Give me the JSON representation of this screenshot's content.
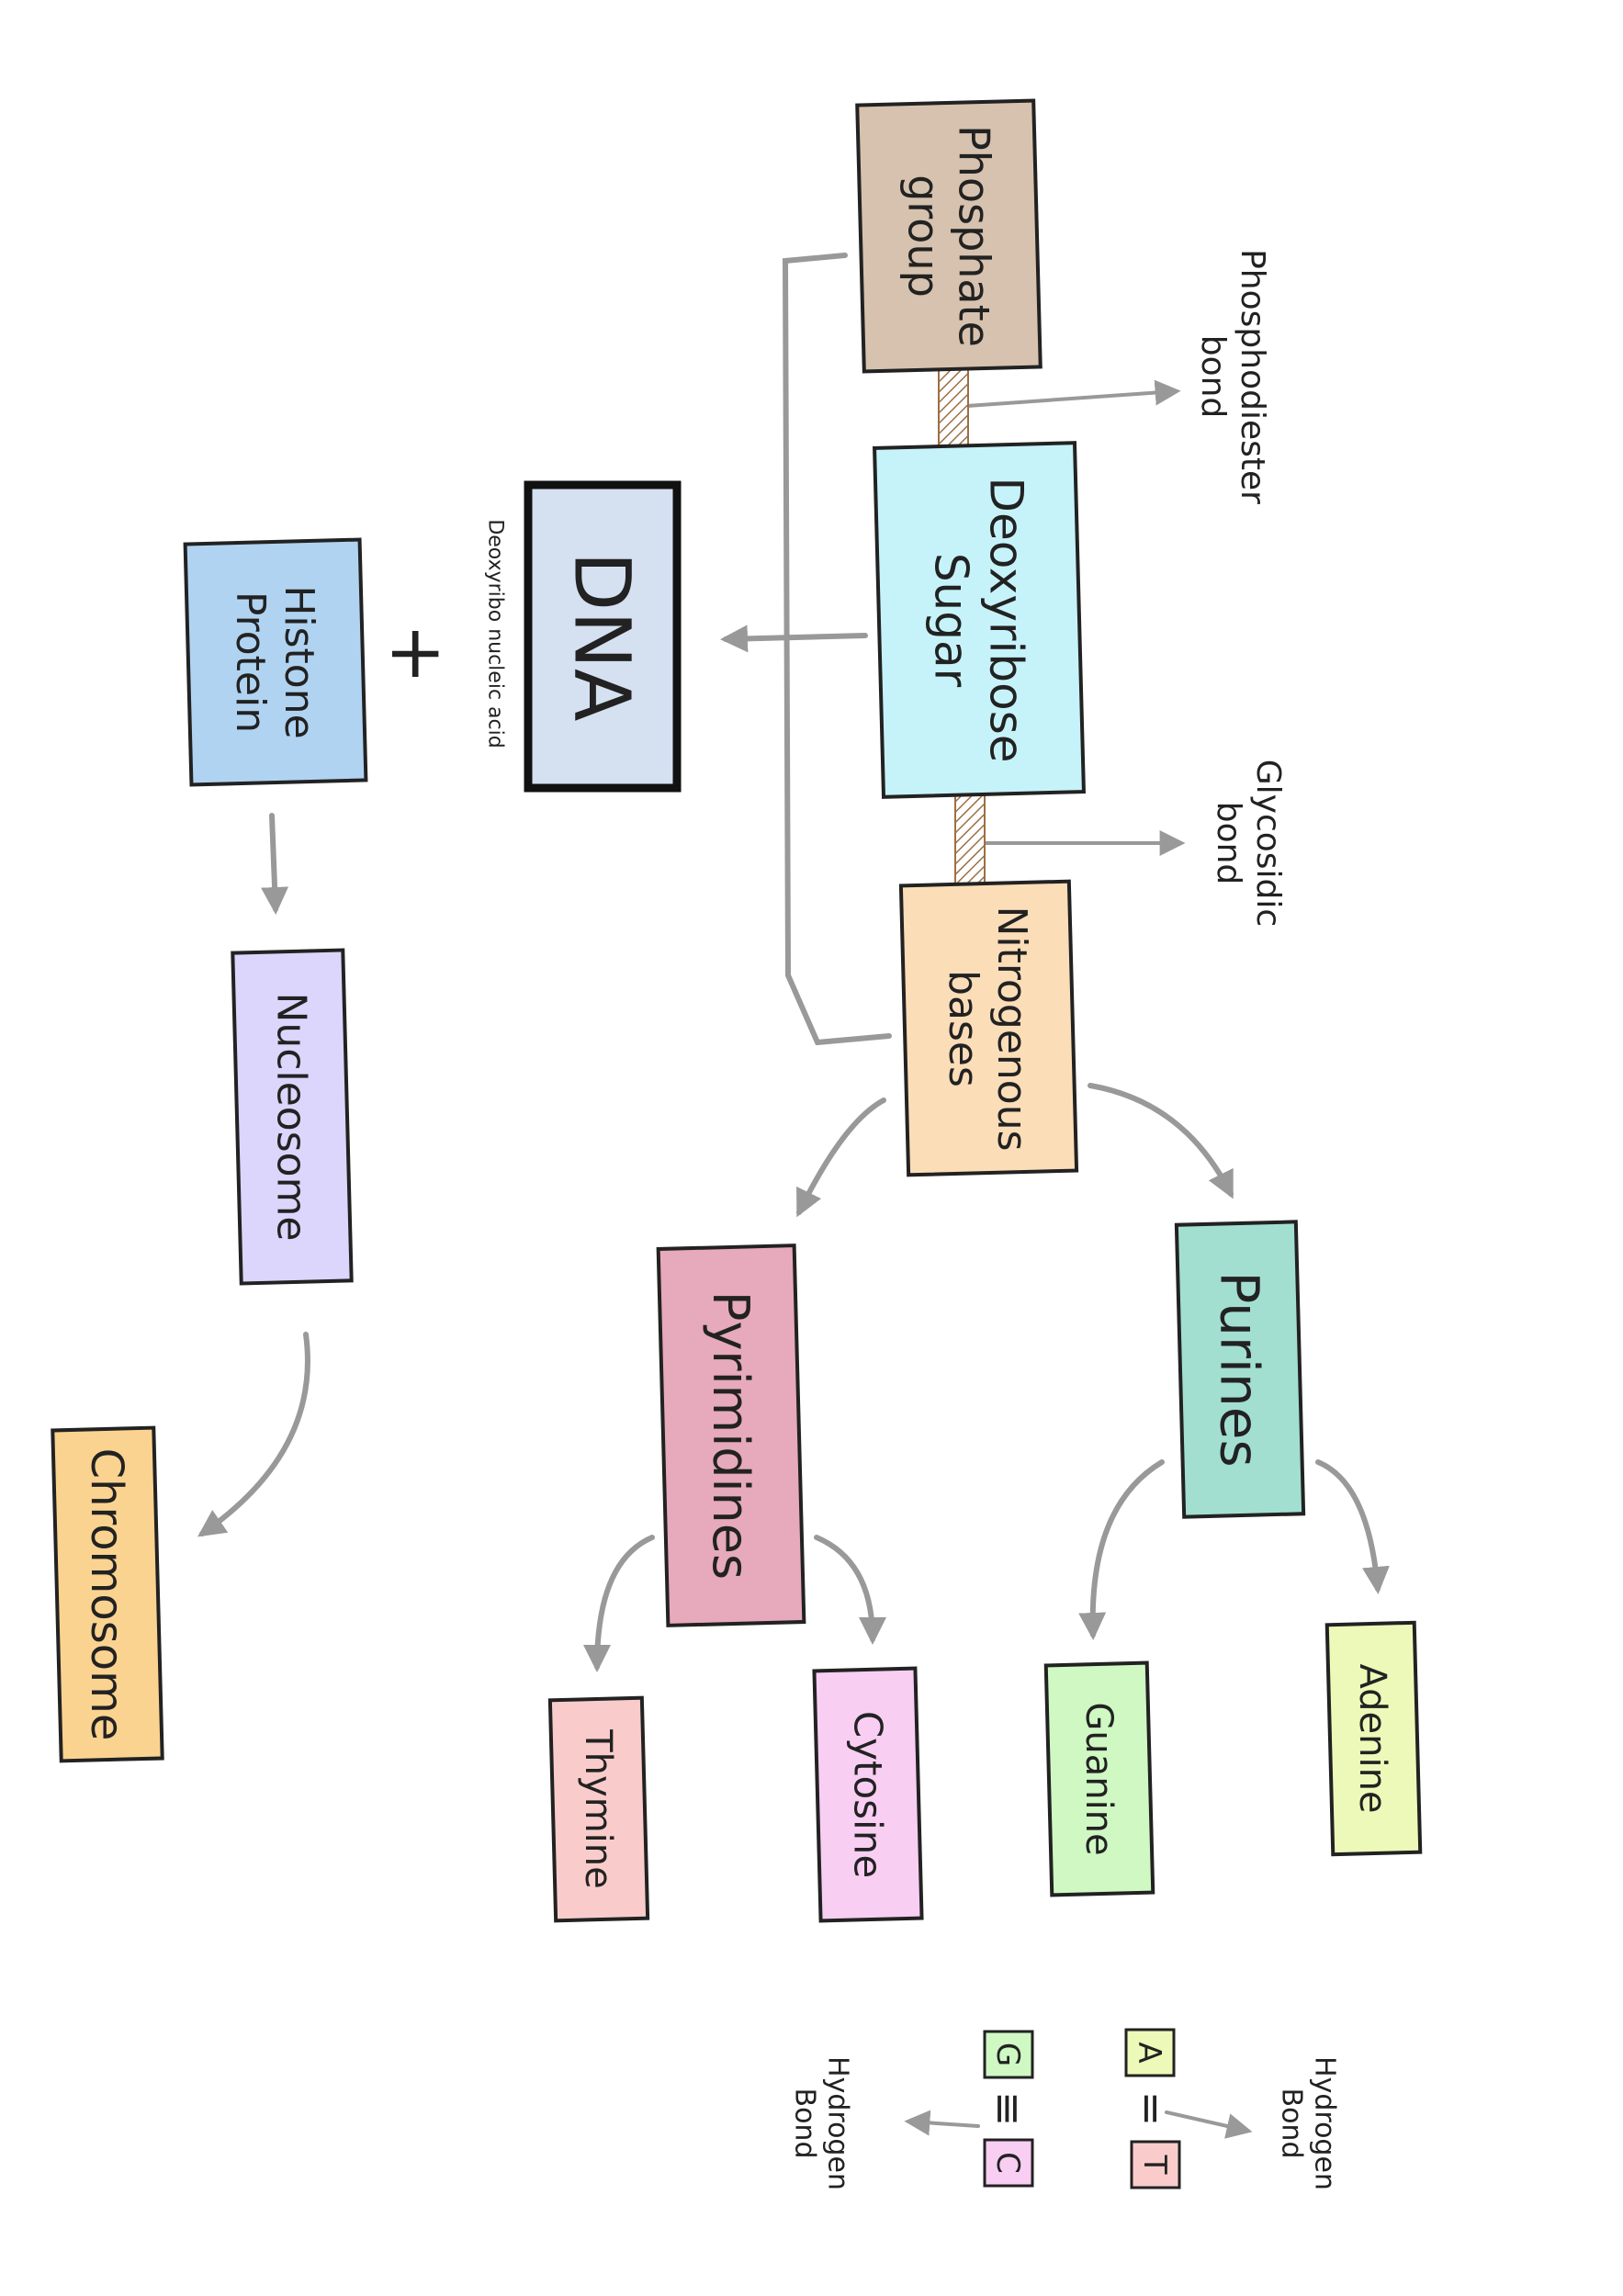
{
  "colors": {
    "phosphate": "#D6C2AE",
    "deoxyribose": "#C6F3FA",
    "nitrogenous": "#FBDDB8",
    "dna": "#D5E1F1",
    "histone": "#B0D3F1",
    "nucleosome": "#DCD5FC",
    "chromosome": "#FBD390",
    "pyrimidines": "#E7A9BC",
    "purines": "#A2DFD1",
    "thymine": "#F9CCCB",
    "cytosine": "#F8CEF3",
    "guanine": "#CFF8C3",
    "adenine": "#EDF9B8",
    "arrow": "#999999",
    "bond_hatch": "#9C7045"
  },
  "nodes": {
    "phosphate": [
      "Phosphate",
      "group"
    ],
    "deoxyribose": [
      "Deoxyribose",
      "Sugar"
    ],
    "nitrogenous": [
      "Nitrogenous",
      "bases"
    ],
    "dna": [
      "DNA"
    ],
    "dna_full": "Deoxyribo nucleic acid",
    "histone": [
      "Histone",
      "Protein"
    ],
    "nucleosome": [
      "Nucleosome"
    ],
    "chromosome": [
      "Chromosome"
    ],
    "pyrimidines": [
      "Pyrimidines"
    ],
    "purines": [
      "Purines"
    ],
    "thymine": [
      "Thymine"
    ],
    "cytosine": [
      "Cytosine"
    ],
    "guanine": [
      "Guanine"
    ],
    "adenine": [
      "Adenine"
    ],
    "plus": "+"
  },
  "bonds": {
    "phosphodiester": [
      "Phosphodiester",
      "bond"
    ],
    "glycosidic": [
      "Glycosidic",
      "bond"
    ]
  },
  "pairs": {
    "at": {
      "left": "A",
      "right": "T",
      "sign": "="
    },
    "gc": {
      "left": "G",
      "right": "C",
      "sign": "≡"
    },
    "at_bond": [
      "Hydrogen",
      "Bond"
    ],
    "gc_bond": [
      "Hydrogen",
      "Bond"
    ]
  }
}
